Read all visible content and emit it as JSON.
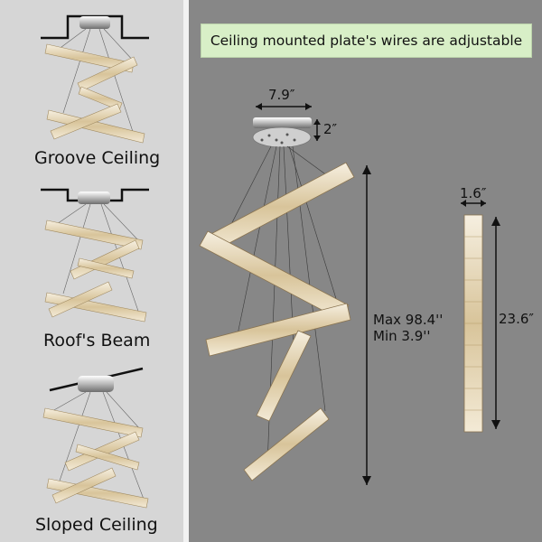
{
  "left_panel": {
    "captions": [
      "Groove Ceiling",
      "Roof's Beam",
      "Sloped Ceiling"
    ]
  },
  "right_panel": {
    "banner": "Ceiling mounted plate's wires are adjustable",
    "dimensions": {
      "plate_width": "7.9″",
      "plate_height": "2″",
      "drop_max": "Max 98.4''",
      "drop_min": "Min 3.9''",
      "bar_width": "1.6″",
      "bar_length": "23.6″"
    }
  },
  "colors": {
    "left_bg": "#d6d6d6",
    "right_bg": "#878787",
    "banner_bg": "#d8efc7",
    "crystal": "#e8dcc0"
  }
}
